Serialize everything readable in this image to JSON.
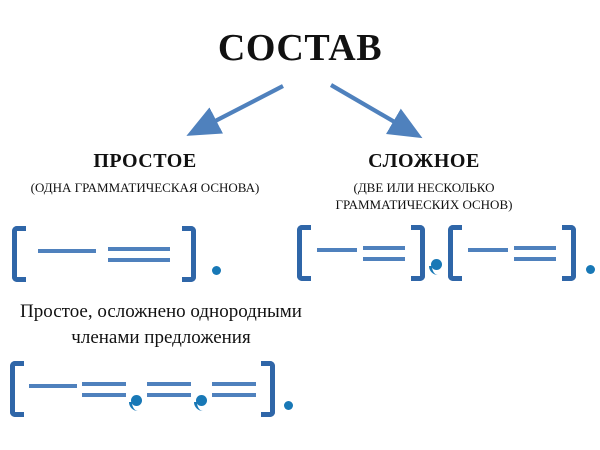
{
  "slide": {
    "title": "СОСТАВ"
  },
  "colors": {
    "accent_blue": "#4F81BD",
    "bracket_blue": "#2F66A8",
    "punctuation_blue": "#1878B6",
    "text_color": "#111111",
    "background": "#FFFFFF"
  },
  "branches": {
    "left": {
      "heading": "ПРОСТОЕ",
      "subheading_lines": [
        "(ОДНА ГРАММАТИЧЕСКАЯ ОСНОВА)"
      ]
    },
    "right": {
      "heading": "СЛОЖНОЕ",
      "subheading_lines": [
        "(ДВЕ ИЛИ НЕСКОЛЬКО",
        "ГРАММАТИЧЕСКИХ ОСНОВ)"
      ]
    }
  },
  "note": {
    "lines": [
      "Простое, осложнено однородными",
      "членами предложения"
    ]
  },
  "schemes": {
    "simple_sentence": {
      "tokens": [
        "bracket-open",
        "subject",
        "predicate",
        "bracket-close",
        "period"
      ]
    },
    "complex_sentence": {
      "tokens": [
        "bracket-open",
        "subject",
        "predicate",
        "bracket-close",
        "comma",
        "bracket-open",
        "subject",
        "predicate",
        "bracket-close",
        "period"
      ]
    },
    "homogeneous_members": {
      "tokens": [
        "bracket-open",
        "subject",
        "predicate",
        "comma",
        "predicate",
        "comma",
        "predicate",
        "bracket-close",
        "period"
      ]
    }
  }
}
